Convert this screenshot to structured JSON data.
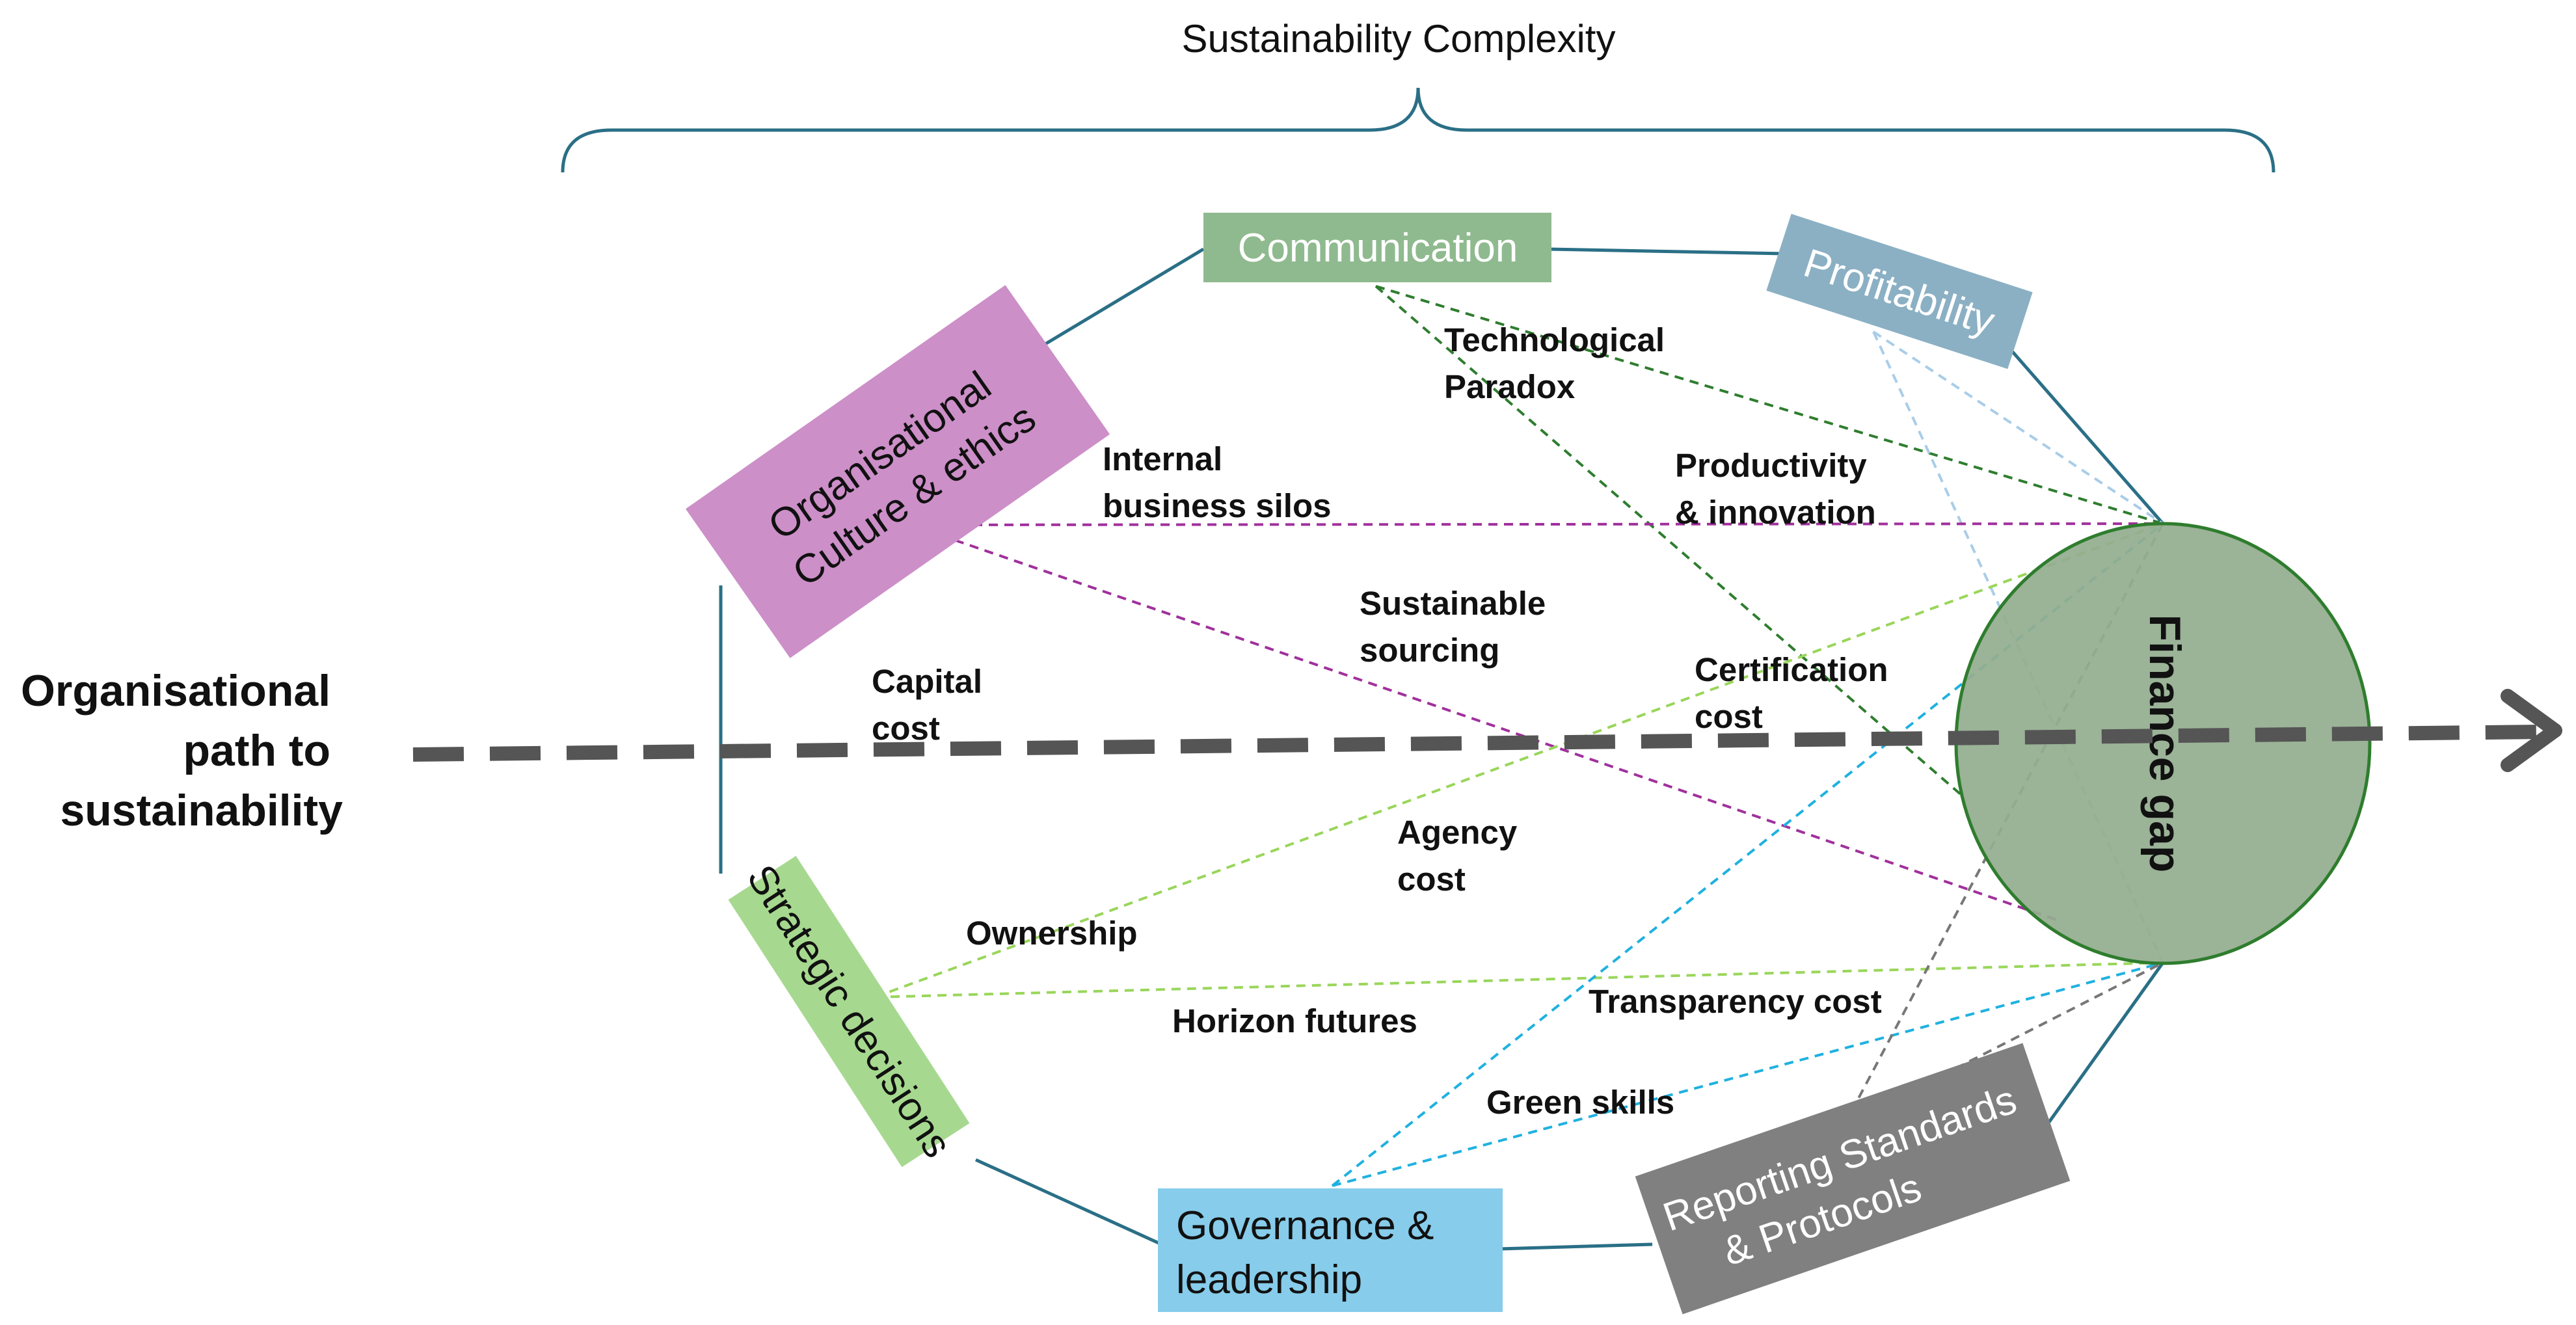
{
  "title": "Sustainability Complexity",
  "path_label": [
    "Organisational",
    "path to",
    "sustainability"
  ],
  "finance_gap": "Finance gap",
  "nodes": {
    "communication": "Communication",
    "profitability": "Profitability",
    "culture": [
      "Organisational",
      "Culture & ethics"
    ],
    "strategic": "Strategic decisions",
    "governance": [
      "Governance &",
      "leadership"
    ],
    "reporting": [
      "Reporting Standards",
      "& Protocols"
    ]
  },
  "links": {
    "technological_paradox": [
      "Technological",
      "Paradox"
    ],
    "productivity_innovation": [
      "Productivity",
      "& innovation"
    ],
    "internal_business_silos": [
      "Internal",
      "business silos"
    ],
    "sustainable_sourcing": [
      "Sustainable",
      "sourcing"
    ],
    "capital_cost": [
      "Capital",
      "cost"
    ],
    "certification_cost": [
      "Certification",
      "cost"
    ],
    "agency_cost": [
      "Agency",
      "cost"
    ],
    "ownership": "Ownership",
    "horizon_futures": "Horizon futures",
    "transparency_cost": "Transparency cost",
    "green_skills": "Green skills"
  },
  "colors": {
    "rim": "#2a6f86",
    "communication": "#8fba8f",
    "profitability": "#8bb0c4",
    "culture": "#cc8fc8",
    "strategic": "#a6d98f",
    "governance": "#87ccea",
    "reporting": "#808080",
    "finance_gap_fill": "#93ad8f",
    "dark_green_link": "#2e7d2e",
    "light_blue_link": "#a9cde8",
    "purple_link": "#a0309c",
    "light_green_link": "#99d65a",
    "cyan_link": "#1fb1e0",
    "grey_link": "#777777",
    "path_arrow": "#555555"
  }
}
